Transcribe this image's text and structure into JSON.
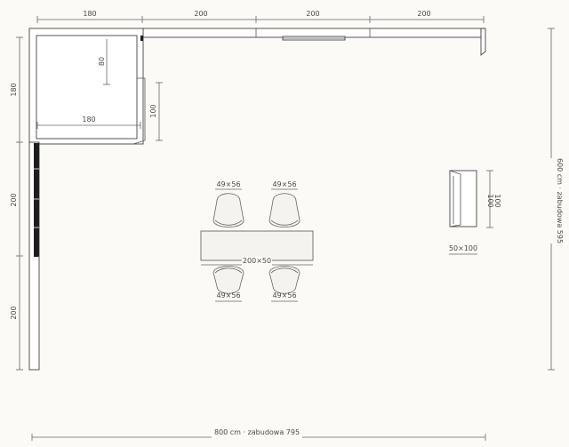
{
  "dimensions": {
    "top": [
      "180",
      "200",
      "200",
      "200"
    ],
    "corner_left": "180",
    "corner_inner_height": "80",
    "corner_inner_width": "180",
    "corner_side": "100",
    "left_segments": [
      "200",
      "200"
    ],
    "total_height": "600 cm · zabudowa 595",
    "total_width": "800 cm · zabudowa 795",
    "chairs": [
      "49×56",
      "49×56",
      "49×56",
      "49×56"
    ],
    "table": "200×50",
    "cabinet_depth": "100",
    "cabinet_width_label": "100",
    "cabinet": "50×100"
  },
  "colors": {
    "background": "#fbfaf6",
    "lines": "#444444",
    "dark_fill": "#1e1e1e"
  }
}
